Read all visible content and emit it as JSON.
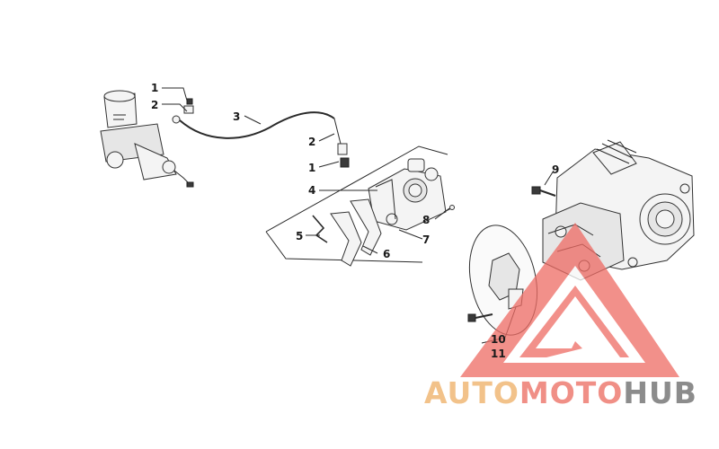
{
  "callouts": {
    "c1a": "1",
    "c2a": "2",
    "c3": "3",
    "c2b": "2",
    "c1b": "1",
    "c4": "4",
    "c5": "5",
    "c6": "6",
    "c7": "7",
    "c8": "8",
    "c9": "9",
    "c10": "10",
    "c11": "11"
  },
  "watermark": {
    "word1": "AUTO",
    "word2": "MOTO",
    "word3": "HUB",
    "color1": "#f2c28a",
    "color2": "#f08f86",
    "color3": "#8c8c8c",
    "logo_color": "#ee6b64"
  }
}
